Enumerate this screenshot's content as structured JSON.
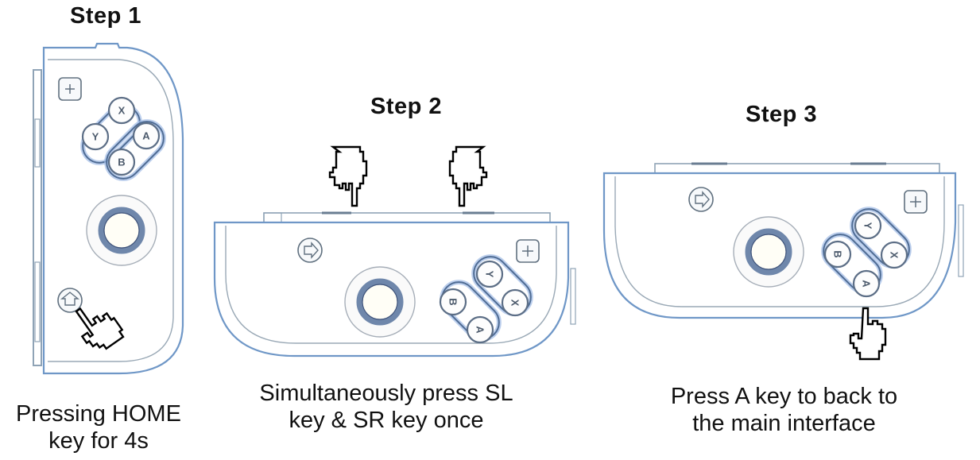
{
  "steps": [
    {
      "title": "Step 1",
      "caption_line1": "Pressing HOME",
      "caption_line2": "key for 4s",
      "controller_orientation": "vertical",
      "highlighted_key": "HOME",
      "buttons": [
        "X",
        "Y",
        "A",
        "B"
      ]
    },
    {
      "title": "Step 2",
      "caption_line1": "Simultaneously press SL",
      "caption_line2": "key & SR key once",
      "controller_orientation": "horizontal",
      "highlighted_keys": [
        "SL",
        "SR"
      ],
      "buttons": [
        "Y",
        "B",
        "X",
        "A"
      ]
    },
    {
      "title": "Step 3",
      "caption_line1": "Press A key to back to",
      "caption_line2": "the main interface",
      "controller_orientation": "horizontal",
      "highlighted_key": "A",
      "buttons": [
        "Y",
        "B",
        "X",
        "A"
      ]
    }
  ],
  "colors": {
    "outline": "#8fa3b6",
    "button_highlight": "#8daee0",
    "stick_ring": "#6f87ab",
    "text": "#111111"
  }
}
